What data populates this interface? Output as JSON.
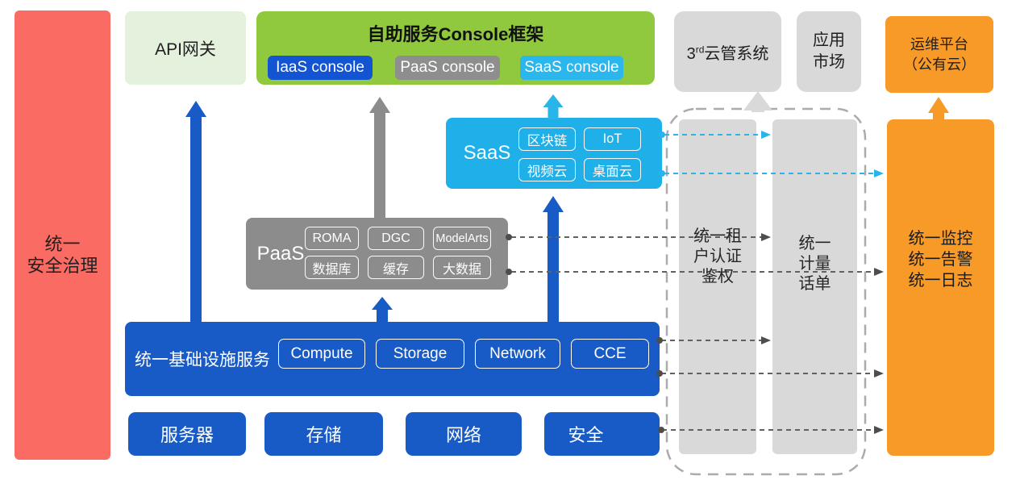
{
  "left_bar": {
    "lines": [
      "统一",
      "安全治理"
    ]
  },
  "api_gateway": {
    "label": "API网关"
  },
  "console": {
    "title": "自助服务Console框架",
    "chips": [
      "IaaS console",
      "PaaS console",
      "SaaS console"
    ]
  },
  "third_cloud": {
    "num": "3",
    "sup": "rd",
    "rest": "云管系统"
  },
  "app_market": {
    "lines": [
      "应用",
      "市场"
    ]
  },
  "ops_platform": {
    "lines": [
      "运维平台",
      "（公有云）"
    ]
  },
  "saas": {
    "label": "SaaS",
    "items": [
      "区块链",
      "IoT",
      "视频云",
      "桌面云"
    ]
  },
  "paas": {
    "label": "PaaS",
    "items": [
      "ROMA",
      "DGC",
      "ModelArts",
      "数据库",
      "缓存",
      "大数据"
    ]
  },
  "infra": {
    "label": "统一基础设施服务",
    "items": [
      "Compute",
      "Storage",
      "Network",
      "CCE"
    ]
  },
  "hardware": [
    "服务器",
    "存储",
    "网络",
    "安全"
  ],
  "auth_bar": {
    "lines": [
      "统一租",
      "户认证",
      "鉴权"
    ]
  },
  "metering_bar": {
    "lines": [
      "统一",
      "计量",
      "话单"
    ]
  },
  "monitor_bar": {
    "lines": [
      "统一监控",
      "统一告警",
      "统一日志"
    ]
  },
  "colors": {
    "red": "#F96B63",
    "light_green": "#E4F2DD",
    "green": "#90C83E",
    "blue": "#185AC6",
    "iaas_blue": "#1254D2",
    "gray": "#8E8E8E",
    "light_gray": "#D9D9D9",
    "cyan": "#1FAFE9",
    "orange": "#F89A28"
  }
}
